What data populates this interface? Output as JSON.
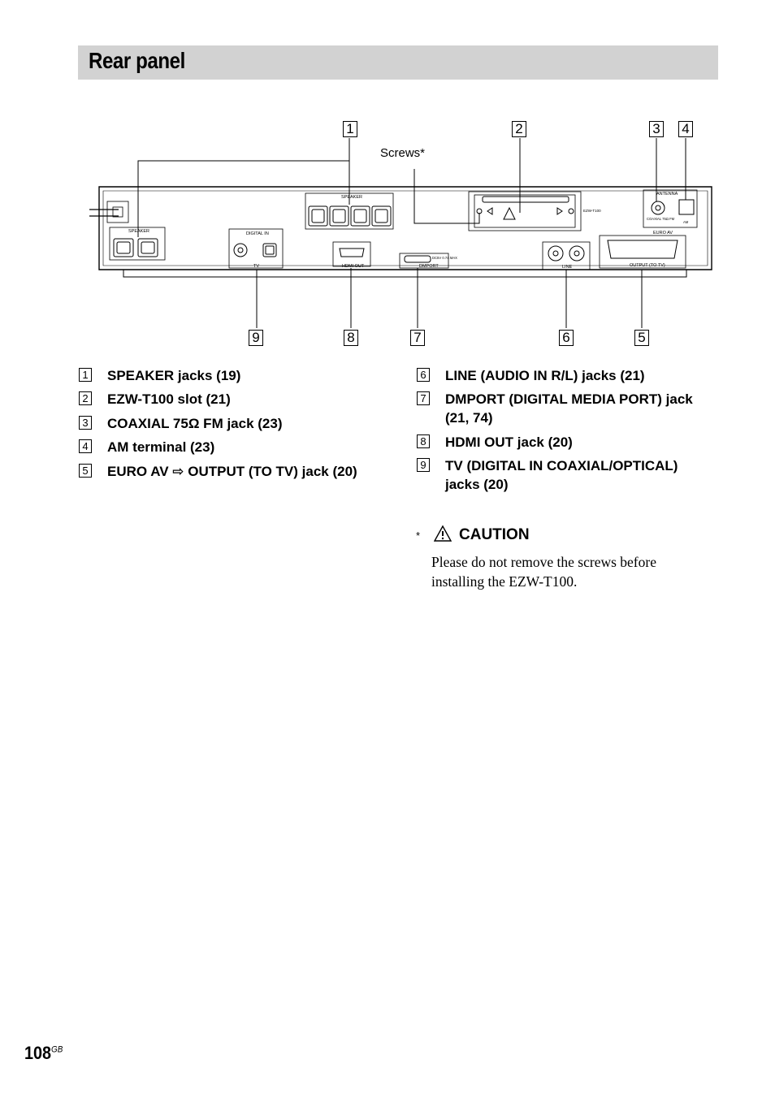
{
  "section": {
    "title": "Rear panel"
  },
  "diagram": {
    "screws_label": "Screws*",
    "callouts": [
      "1",
      "2",
      "3",
      "4",
      "9",
      "8",
      "7",
      "6",
      "5"
    ],
    "panel_labels": {
      "speaker_top": "SPEAKER",
      "speaker_left": "SPEAKER",
      "digital_in": "DIGITAL IN",
      "tv": "TV",
      "hdmi_out": "HDMI OUT",
      "dmport": "DMPORT",
      "dmport_rating": "DC5V 0.7A MAX",
      "ezw": "EZW-T100",
      "line": "LINE",
      "antenna": "ANTENNA",
      "coaxial_fm": "COAXIAL 75Ω FM",
      "am": "AM",
      "euro_av": "EURO AV",
      "output_to_tv": "OUTPUT (TO TV)"
    }
  },
  "items_left": [
    {
      "num": "1",
      "text": "SPEAKER jacks (19)"
    },
    {
      "num": "2",
      "text": "EZW-T100 slot (21)"
    },
    {
      "num": "3",
      "text": "COAXIAL 75Ω FM jack (23)"
    },
    {
      "num": "4",
      "text": "AM terminal (23)"
    },
    {
      "num": "5",
      "text": "EURO AV ⇨ OUTPUT (TO TV) jack (20)"
    }
  ],
  "items_right": [
    {
      "num": "6",
      "text": "LINE (AUDIO IN R/L) jacks (21)"
    },
    {
      "num": "7",
      "text": "DMPORT (DIGITAL MEDIA PORT) jack",
      "text2": "(21, 74)"
    },
    {
      "num": "8",
      "text": "HDMI OUT jack (20)"
    },
    {
      "num": "9",
      "text": "TV (DIGITAL IN COAXIAL/OPTICAL)",
      "text2": "jacks (20)"
    }
  ],
  "caution": {
    "star": "*",
    "word": "CAUTION",
    "text": "Please do not remove the screws before installing the EZW-T100."
  },
  "page": {
    "number": "108",
    "suffix": "GB"
  }
}
